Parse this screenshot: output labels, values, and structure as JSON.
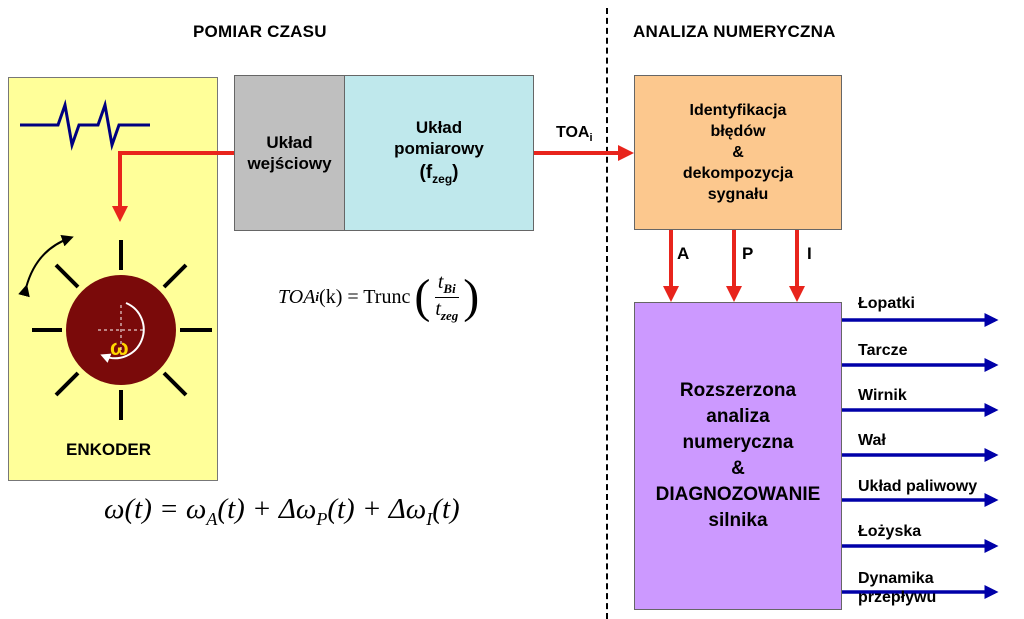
{
  "headings": {
    "left": "POMIAR CZASU",
    "right": "ANALIZA NUMERYCZNA"
  },
  "encoder": {
    "label": "ENKODER",
    "omega_symbol": "ω"
  },
  "boxes": {
    "input": {
      "line1": "Układ",
      "line2": "wejściowy"
    },
    "measure": {
      "line1": "Układ",
      "line2": "pomiarowy",
      "f_main": "f",
      "f_sub": "zeg"
    },
    "ident": {
      "lines": [
        "Identyfikacja",
        "błędów",
        "&",
        "dekompozycja",
        "sygnału"
      ]
    },
    "diag": {
      "lines": [
        "Rozszerzona",
        "analiza",
        "numeryczna",
        "&",
        "DIAGNOZOWANIE",
        "silnika"
      ]
    }
  },
  "arrow_labels": {
    "toa_main": "TOA",
    "toa_sub": "i",
    "a": "A",
    "p": "P",
    "i": "I"
  },
  "formula_toa": {
    "lhs": "TOA",
    "lhs_sub": "i",
    "arg": "(k) = Trunc",
    "num": "t",
    "num_sub": "Bi",
    "den": "t",
    "den_sub": "zeg"
  },
  "formula_omega": {
    "lhs": "ω(t) = ω",
    "sub_a": "A",
    "mid1": "(t) + Δω",
    "sub_p": "P",
    "mid2": "(t) + Δω",
    "sub_i": "I",
    "end": "(t)"
  },
  "outputs": [
    "Łopatki",
    "Tarcze",
    "Wirnik",
    "Wał",
    "Układ paliwowy",
    "Łożyska",
    "Dynamika przepływu"
  ],
  "colors": {
    "encoder_bg": "#FFFF99",
    "encoder_disc": "#7A0A0A",
    "input_box": "#BFBFBF",
    "measure_box": "#BFE8EC",
    "ident_box": "#FCC88E",
    "diag_box": "#CC99FF",
    "red_arrow": "#E8241C",
    "blue_arrow": "#0000A8",
    "signal_line": "#000080"
  }
}
